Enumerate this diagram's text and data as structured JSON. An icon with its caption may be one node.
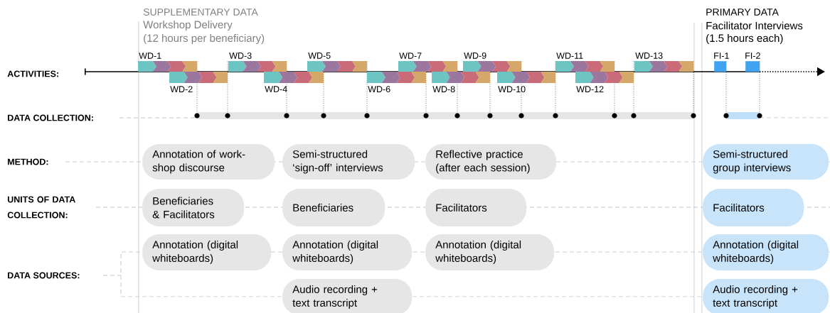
{
  "diagram": {
    "nodes": [
      {
        "text": [
          "WD-1"
        ]
      },
      {
        "text": [
          "WD-2"
        ]
      },
      {
        "text": [
          "WD-3"
        ]
      },
      {
        "text": [
          "WD-4"
        ]
      },
      {
        "text": [
          "WD-5"
        ]
      },
      {
        "text": [
          "WD-6"
        ]
      },
      {
        "text": [
          "WD-7"
        ]
      },
      {
        "text": [
          "WD-8"
        ]
      },
      {
        "text": [
          "WD-9"
        ]
      },
      {
        "text": [
          "WD-10"
        ]
      },
      {
        "text": [
          "WD-11"
        ]
      },
      {
        "text": [
          "WD-12"
        ]
      },
      {
        "text": [
          "WD-13"
        ]
      },
      {
        "text": [
          "FI-1"
        ]
      },
      {
        "text": [
          "FI-2"
        ]
      },
      {
        "text": [
          "Annotation of work-shop discourse"
        ]
      },
      {
        "text": [
          "Semi-structured ‘sign-off’ interviews"
        ]
      },
      {
        "text": [
          "Reflective practice (after each session)"
        ]
      },
      {
        "text": [
          "Semi-structured group interviews"
        ]
      },
      {
        "text": [
          "Beneficiaries & Facilitators"
        ]
      },
      {
        "text": [
          "Beneficiaries"
        ]
      },
      {
        "text": [
          "Facilitators"
        ]
      },
      {
        "text": [
          "Facilitators"
        ]
      },
      {
        "text": [
          "Annotation (digital whiteboards)"
        ]
      },
      {
        "text": [
          "Annotation (digital whiteboards)"
        ]
      },
      {
        "text": [
          "Annotation (digital whiteboards)"
        ]
      },
      {
        "text": [
          "Annotation (digital whiteboards)"
        ]
      },
      {
        "text": [
          "Audio recording + text transcript"
        ]
      },
      {
        "text": [
          "Audio recording + text transcript"
        ]
      }
    ],
    "labels": [
      "SUPPLEMENTARY DATA",
      "Workshop Delivery",
      "(12 hours per beneficiary)",
      "PRIMARY DATA",
      "Facilitator Interviews",
      "(1.5 hours each)",
      "ACTIVITIES:",
      "DATA COLLECTION:",
      "METHOD:",
      "UNITS OF DATA COLLECTION:",
      "DATA SOURCES:"
    ]
  }
}
